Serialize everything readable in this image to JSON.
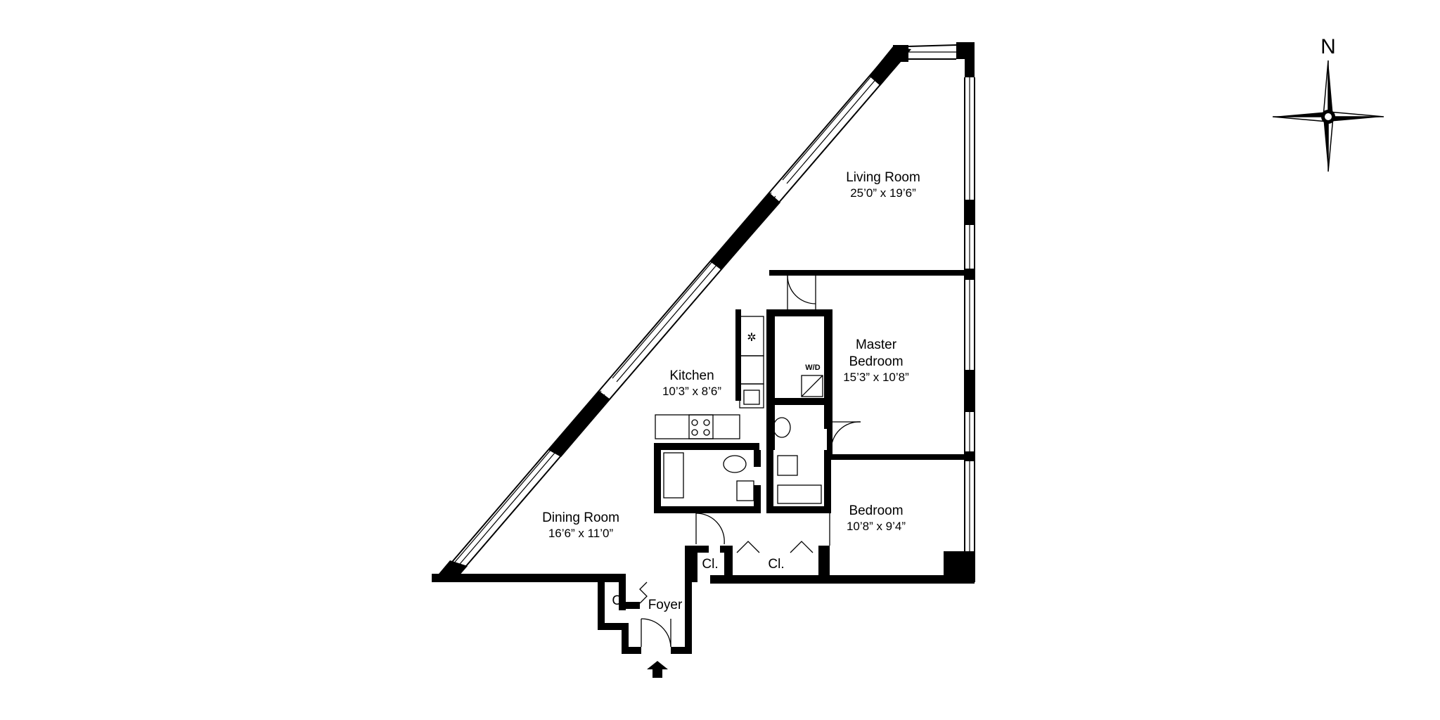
{
  "rooms": {
    "living_room": {
      "name": "Living Room",
      "dims": "25’0” x 19’6”"
    },
    "master_bedroom": {
      "name_line1": "Master",
      "name_line2": "Bedroom",
      "dims": "15’3” x 10’8”"
    },
    "kitchen": {
      "name": "Kitchen",
      "dims": "10’3” x 8’6”"
    },
    "dining_room": {
      "name": "Dining Room",
      "dims": "16’6” x 11’0”"
    },
    "bedroom": {
      "name": "Bedroom",
      "dims": "10’8” x 9’4”"
    },
    "foyer": {
      "name": "Foyer"
    }
  },
  "closets": {
    "foyer_closet": "Cl.",
    "hall_closet_small": "Cl.",
    "hall_closet_large": "Cl."
  },
  "appliances": {
    "washer_dryer": "W/D"
  },
  "compass": {
    "north_label": "N"
  },
  "icons": {
    "entry": "entry-arrow-icon",
    "compass": "compass-rose-icon"
  }
}
